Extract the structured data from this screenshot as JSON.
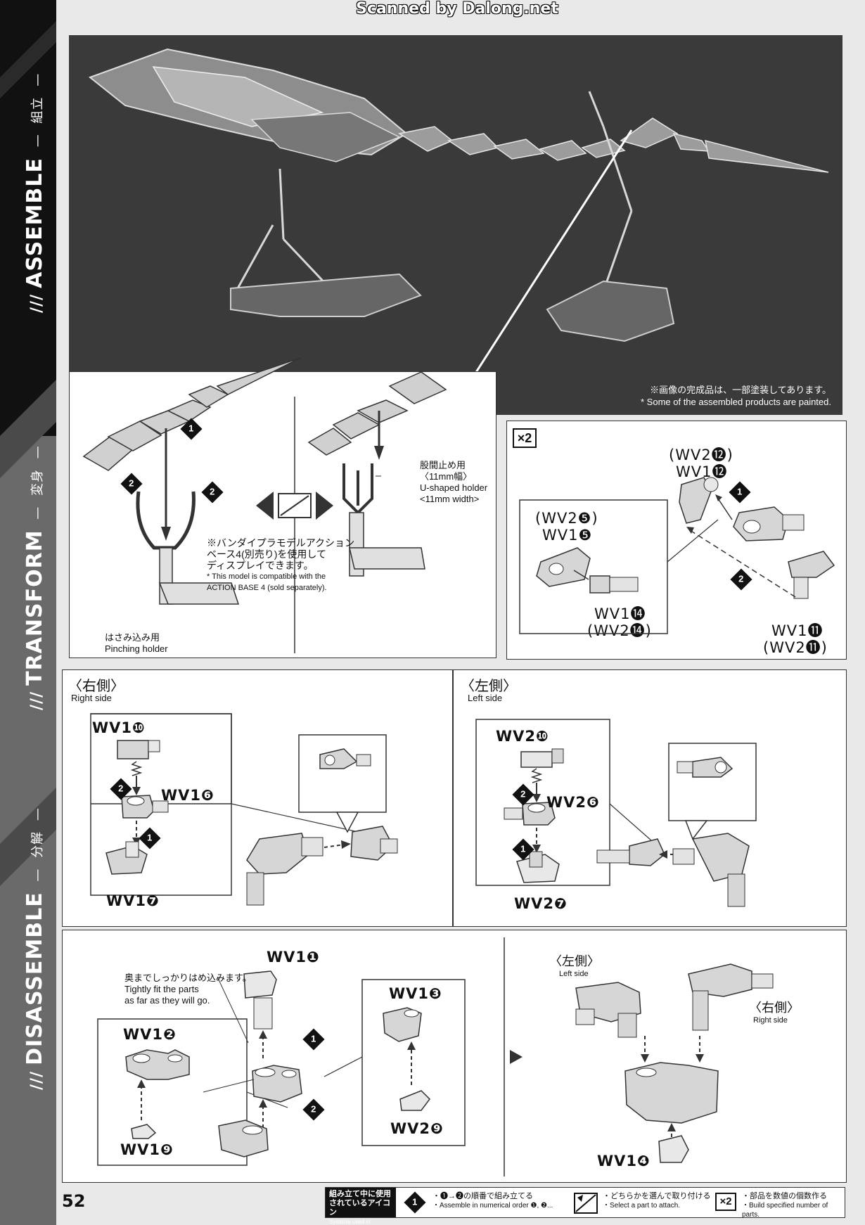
{
  "banner": "Scanned by Dalong.net",
  "spine": {
    "assemble": "ASSEMBLE",
    "assemble_jp": "組立",
    "transform": "TRANSFORM",
    "transform_jp": "変身",
    "disassemble": "DISASSEMBLE",
    "disassemble_jp": "分解"
  },
  "photo": {
    "note_jp": "※画像の完成品は、一部塗装してあります。",
    "note_en": "* Some of the assembled products are painted."
  },
  "stand": {
    "note_jp_1": "※バンダイプラモデルアクション",
    "note_jp_2": "ベース4(別売り)を使用して",
    "note_jp_3": "ディスプレイできます。",
    "note_en_1": "* This model is compatible with the",
    "note_en_2": "ACTION BASE 4 (sold separately).",
    "pinch_jp": "はさみ込み用",
    "pinch_en": "Pinching holder",
    "u_jp": "股間止め用",
    "u_jp2": "〈11mm幅〉",
    "u_en": "U-shaped holder",
    "u_en2": "<11mm width>"
  },
  "x2_panel": {
    "badge": "×2",
    "wv2_12": "(WV2⓬)",
    "wv1_12": "WV1⓬",
    "wv2_5": "(WV2❺)",
    "wv1_5": "WV1❺",
    "wv1_14": "WV1⓮",
    "wv2_14": "(WV2⓮)",
    "wv1_11": "WV1⓫",
    "wv2_11": "(WV2⓫)"
  },
  "right_side": {
    "title": "〈右側〉",
    "sub": "Right side",
    "wv1_10": "WV1❿",
    "wv1_6": "WV1❻",
    "wv1_7": "WV1❼"
  },
  "left_side": {
    "title": "〈左側〉",
    "sub": "Left side",
    "wv2_10": "WV2❿",
    "wv2_6": "WV2❻",
    "wv2_7": "WV2❼"
  },
  "bottom": {
    "wv1_1": "WV1❶",
    "fit_jp": "奥までしっかりはめ込みます。",
    "fit_en_1": "Tightly fit the parts",
    "fit_en_2": "as far as they will go.",
    "wv1_2": "WV1❷",
    "wv1_9": "WV1❾",
    "wv1_3": "WV1❸",
    "wv2_9": "WV2❾",
    "left_title": "〈左側〉",
    "left_sub": "Left side",
    "right_title": "〈右側〉",
    "right_sub": "Right side",
    "wv1_4": "WV1❹"
  },
  "page_number": "52",
  "legend": {
    "header_jp_1": "組み立て中に使用",
    "header_jp_2": "されているアイコン",
    "header_en": "Symbols used in instructions",
    "order_jp": "・❶→❷の順番で組み立てる",
    "order_en": "・Assemble in numerical order ❶, ❷...",
    "select_jp": "・どちらかを選んで取り付ける",
    "select_en": "・Select a part to attach.",
    "count_jp": "・部品を数値の個数作る",
    "count_en": "・Build specified number of parts.",
    "count_badge": "×2"
  }
}
